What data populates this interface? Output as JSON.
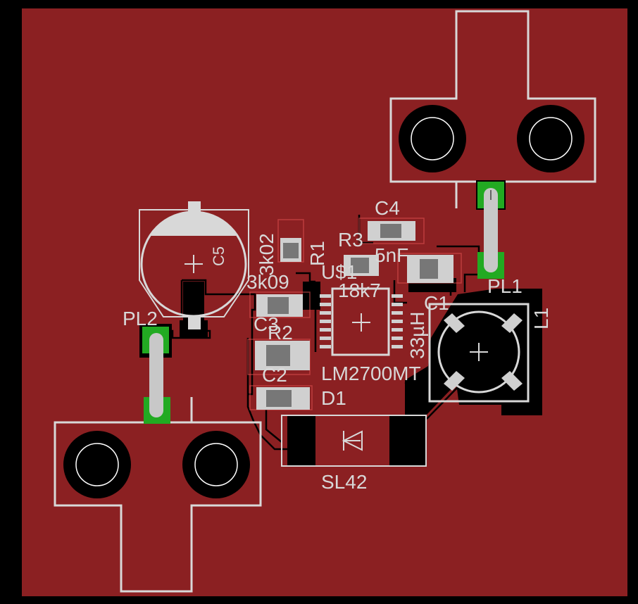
{
  "board": {
    "background": "#000000",
    "copper_color": "#8b2022",
    "silk_color": "#d8d8d8",
    "pad_color": "#d0d0d0",
    "via_color": "#22aa22"
  },
  "labels": {
    "c4": "C4",
    "r3": "R3",
    "c4_value": "5nF",
    "r1": "R1",
    "r1_value": "3k02",
    "r2_value": "3k09",
    "u1": "U$1",
    "r3_value": "18k7",
    "c1": "C1",
    "pl1": "PL1",
    "l1": "L1",
    "l1_value": "33µH",
    "pl2": "PL2",
    "c3": "C3",
    "r2": "R2",
    "c2": "C2",
    "u1_value": "LM2700MT",
    "d1": "D1",
    "d1_value": "SL42",
    "c5": "C5"
  }
}
